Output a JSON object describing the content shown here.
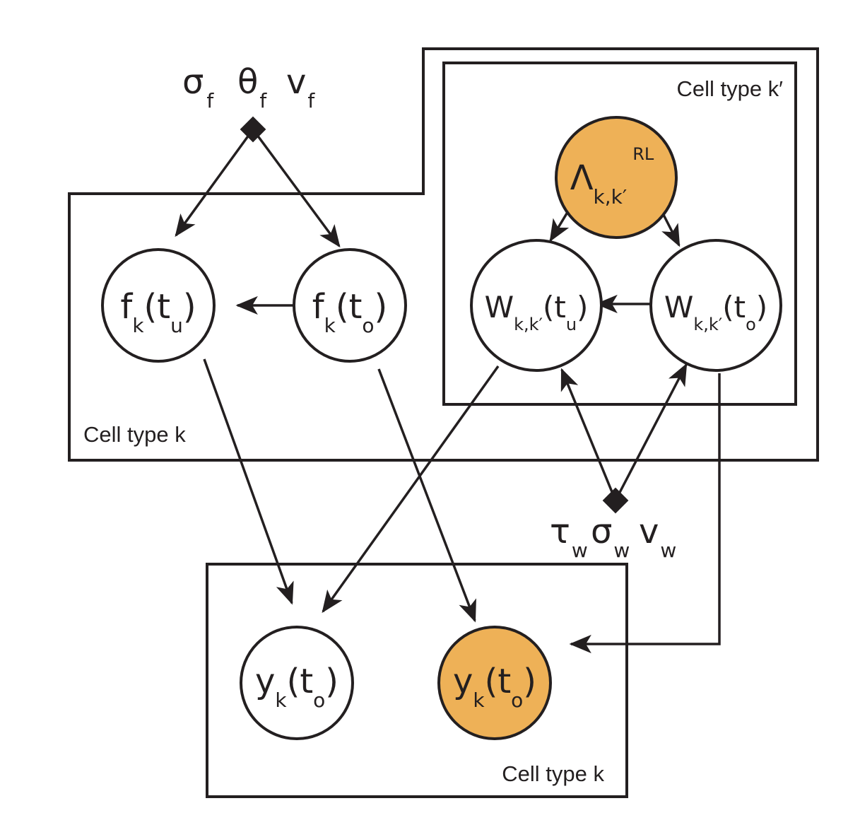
{
  "colors": {
    "stroke": "#231f20",
    "observed_fill": "#eeb157",
    "latent_fill": "#ffffff"
  },
  "plates": {
    "cell_type_k_upper": "Cell type k",
    "cell_type_k_prime": "Cell type k′",
    "cell_type_k_lower": "Cell type k"
  },
  "hyperparams": {
    "f": {
      "sigma": "σ",
      "sigma_sub": "f",
      "theta": "θ",
      "theta_sub": "f",
      "nu": "v",
      "nu_sub": "f"
    },
    "w": {
      "tau": "τ",
      "tau_sub": "w",
      "sigma": "σ",
      "sigma_sub": "w",
      "nu": "v",
      "nu_sub": "w"
    }
  },
  "nodes": {
    "f_tu": {
      "base": "f",
      "sub": "k",
      "paren_open": "(t",
      "time_sub": "u",
      "paren_close": ")",
      "observed": false
    },
    "f_to": {
      "base": "f",
      "sub": "k",
      "paren_open": "(t",
      "time_sub": "o",
      "paren_close": ")",
      "observed": false
    },
    "w_tu": {
      "base": "W",
      "sub": "k,k′",
      "paren_open": "(t",
      "time_sub": "u",
      "paren_close": ")",
      "observed": false
    },
    "w_to": {
      "base": "W",
      "sub": "k,k′",
      "paren_open": "(t",
      "time_sub": "o",
      "paren_close": ")",
      "observed": false
    },
    "lambda": {
      "base": "Λ",
      "sub": "k,k′",
      "sup": "RL",
      "observed": true
    },
    "y_left": {
      "base": "y",
      "sub": "k",
      "paren_open": "(t",
      "time_sub": "o",
      "paren_close": ")",
      "observed": false
    },
    "y_right": {
      "base": "y",
      "sub": "k",
      "paren_open": "(t",
      "time_sub": "o",
      "paren_close": ")",
      "observed": true
    }
  }
}
